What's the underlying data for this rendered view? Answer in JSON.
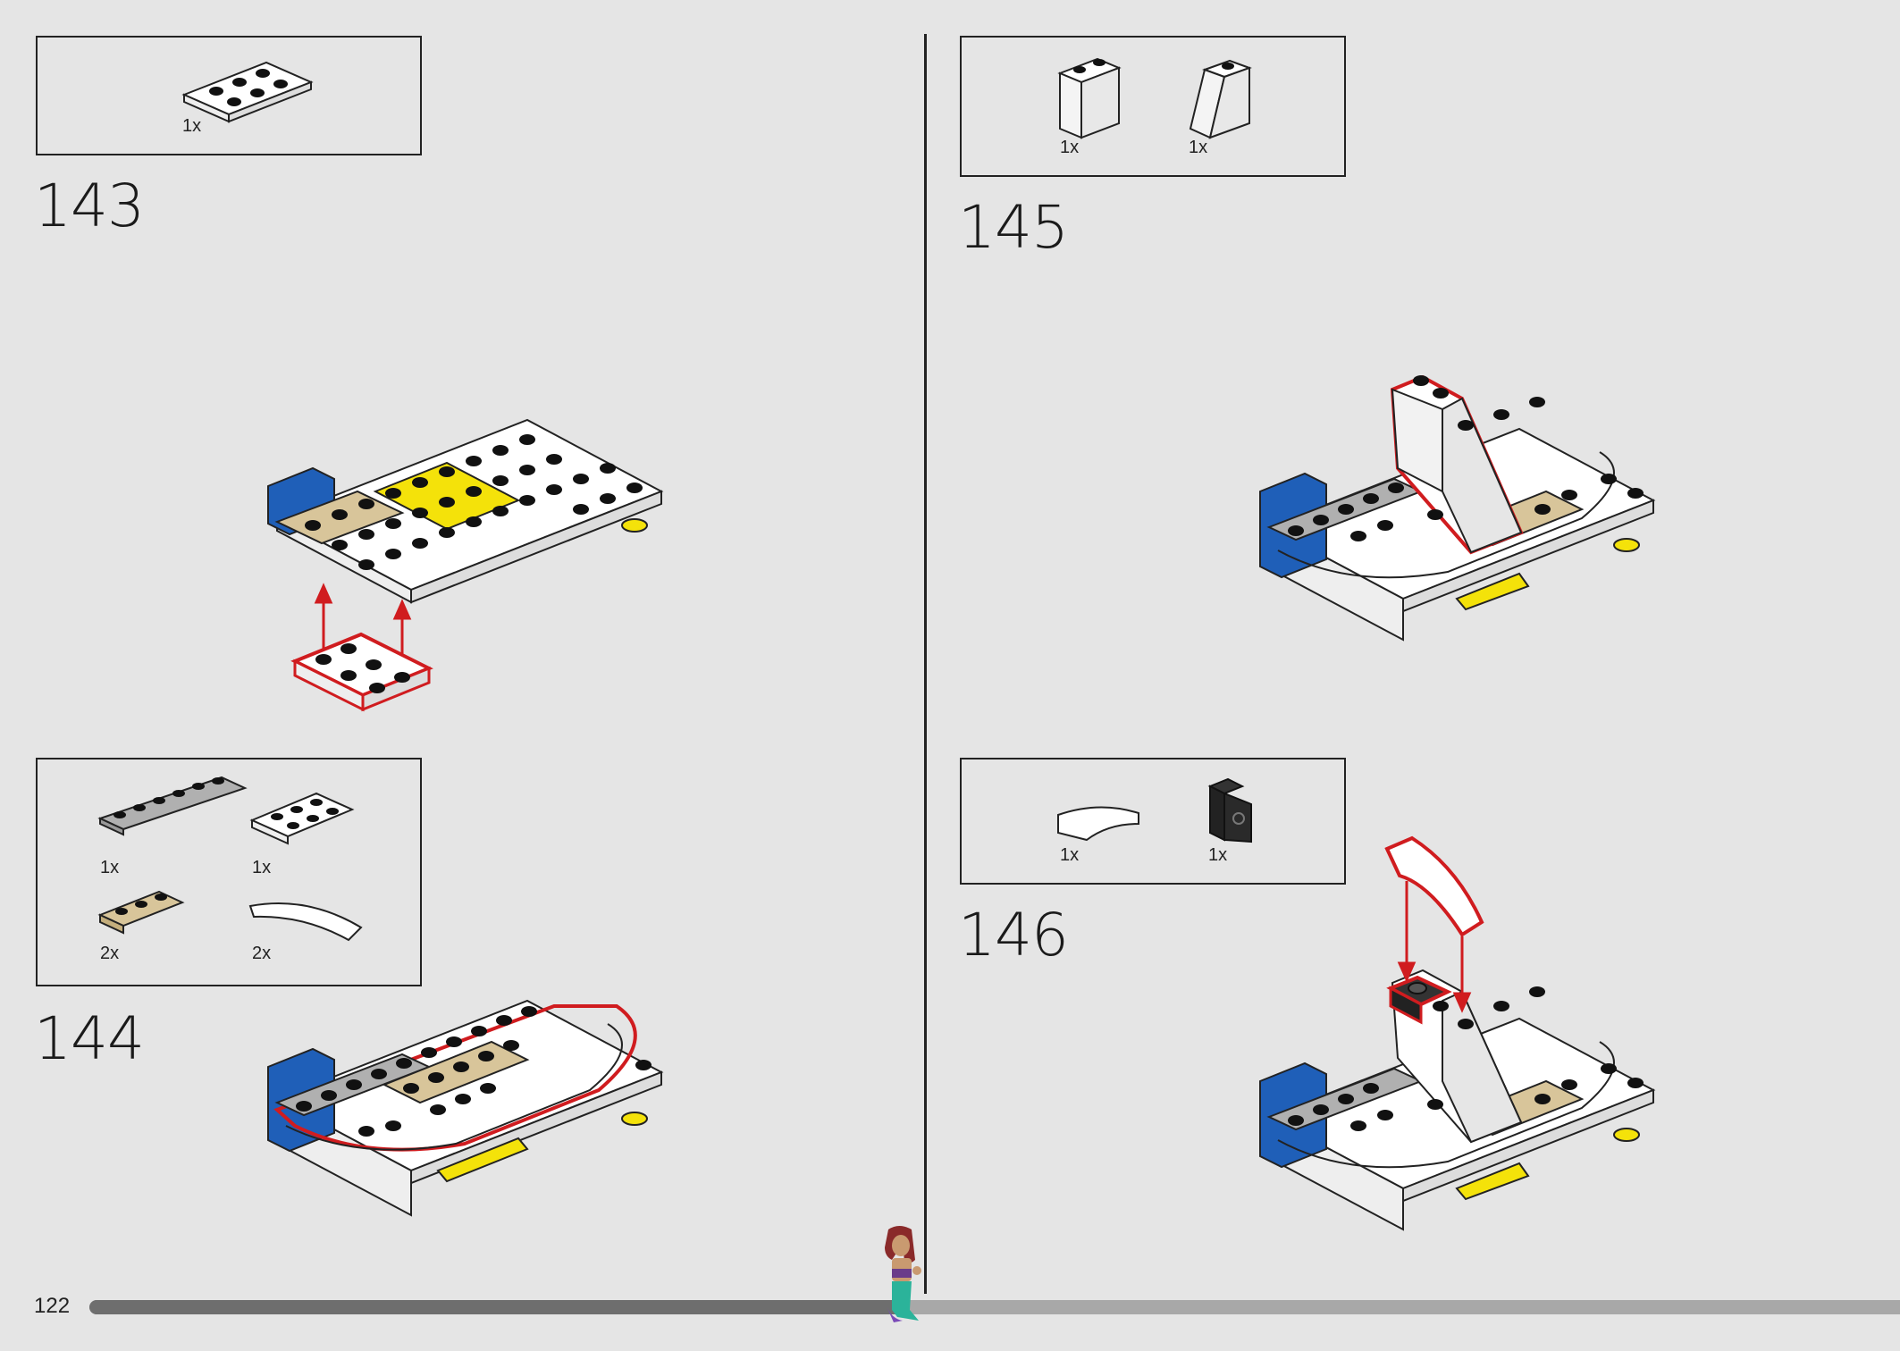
{
  "page": {
    "number": "122"
  },
  "progress": {
    "fraction": 0.45
  },
  "steps": [
    {
      "number": "143",
      "parts": [
        {
          "qty": "1x",
          "icon": "white-plate-2x3"
        }
      ]
    },
    {
      "number": "144",
      "parts": [
        {
          "qty": "1x",
          "icon": "gray-plate-1x6"
        },
        {
          "qty": "1x",
          "icon": "white-plate-2x3"
        },
        {
          "qty": "2x",
          "icon": "tan-plate-1x3"
        },
        {
          "qty": "2x",
          "icon": "white-curved-tile"
        }
      ]
    },
    {
      "number": "145",
      "parts": [
        {
          "qty": "1x",
          "icon": "white-brick-1x2"
        },
        {
          "qty": "1x",
          "icon": "white-slope-brick"
        }
      ]
    },
    {
      "number": "146",
      "parts": [
        {
          "qty": "1x",
          "icon": "white-curved-slope"
        },
        {
          "qty": "1x",
          "icon": "black-bracket"
        }
      ]
    }
  ],
  "colors": {
    "background": "#e5e5e5",
    "highlight": "#d01c1f",
    "yellow": "#f4e20a",
    "blue": "#1f5fb8",
    "tan": "#d8c59a",
    "gray": "#b0b0b0",
    "progress_fill": "#6e6e6e",
    "progress_track": "#a8a8a8"
  }
}
